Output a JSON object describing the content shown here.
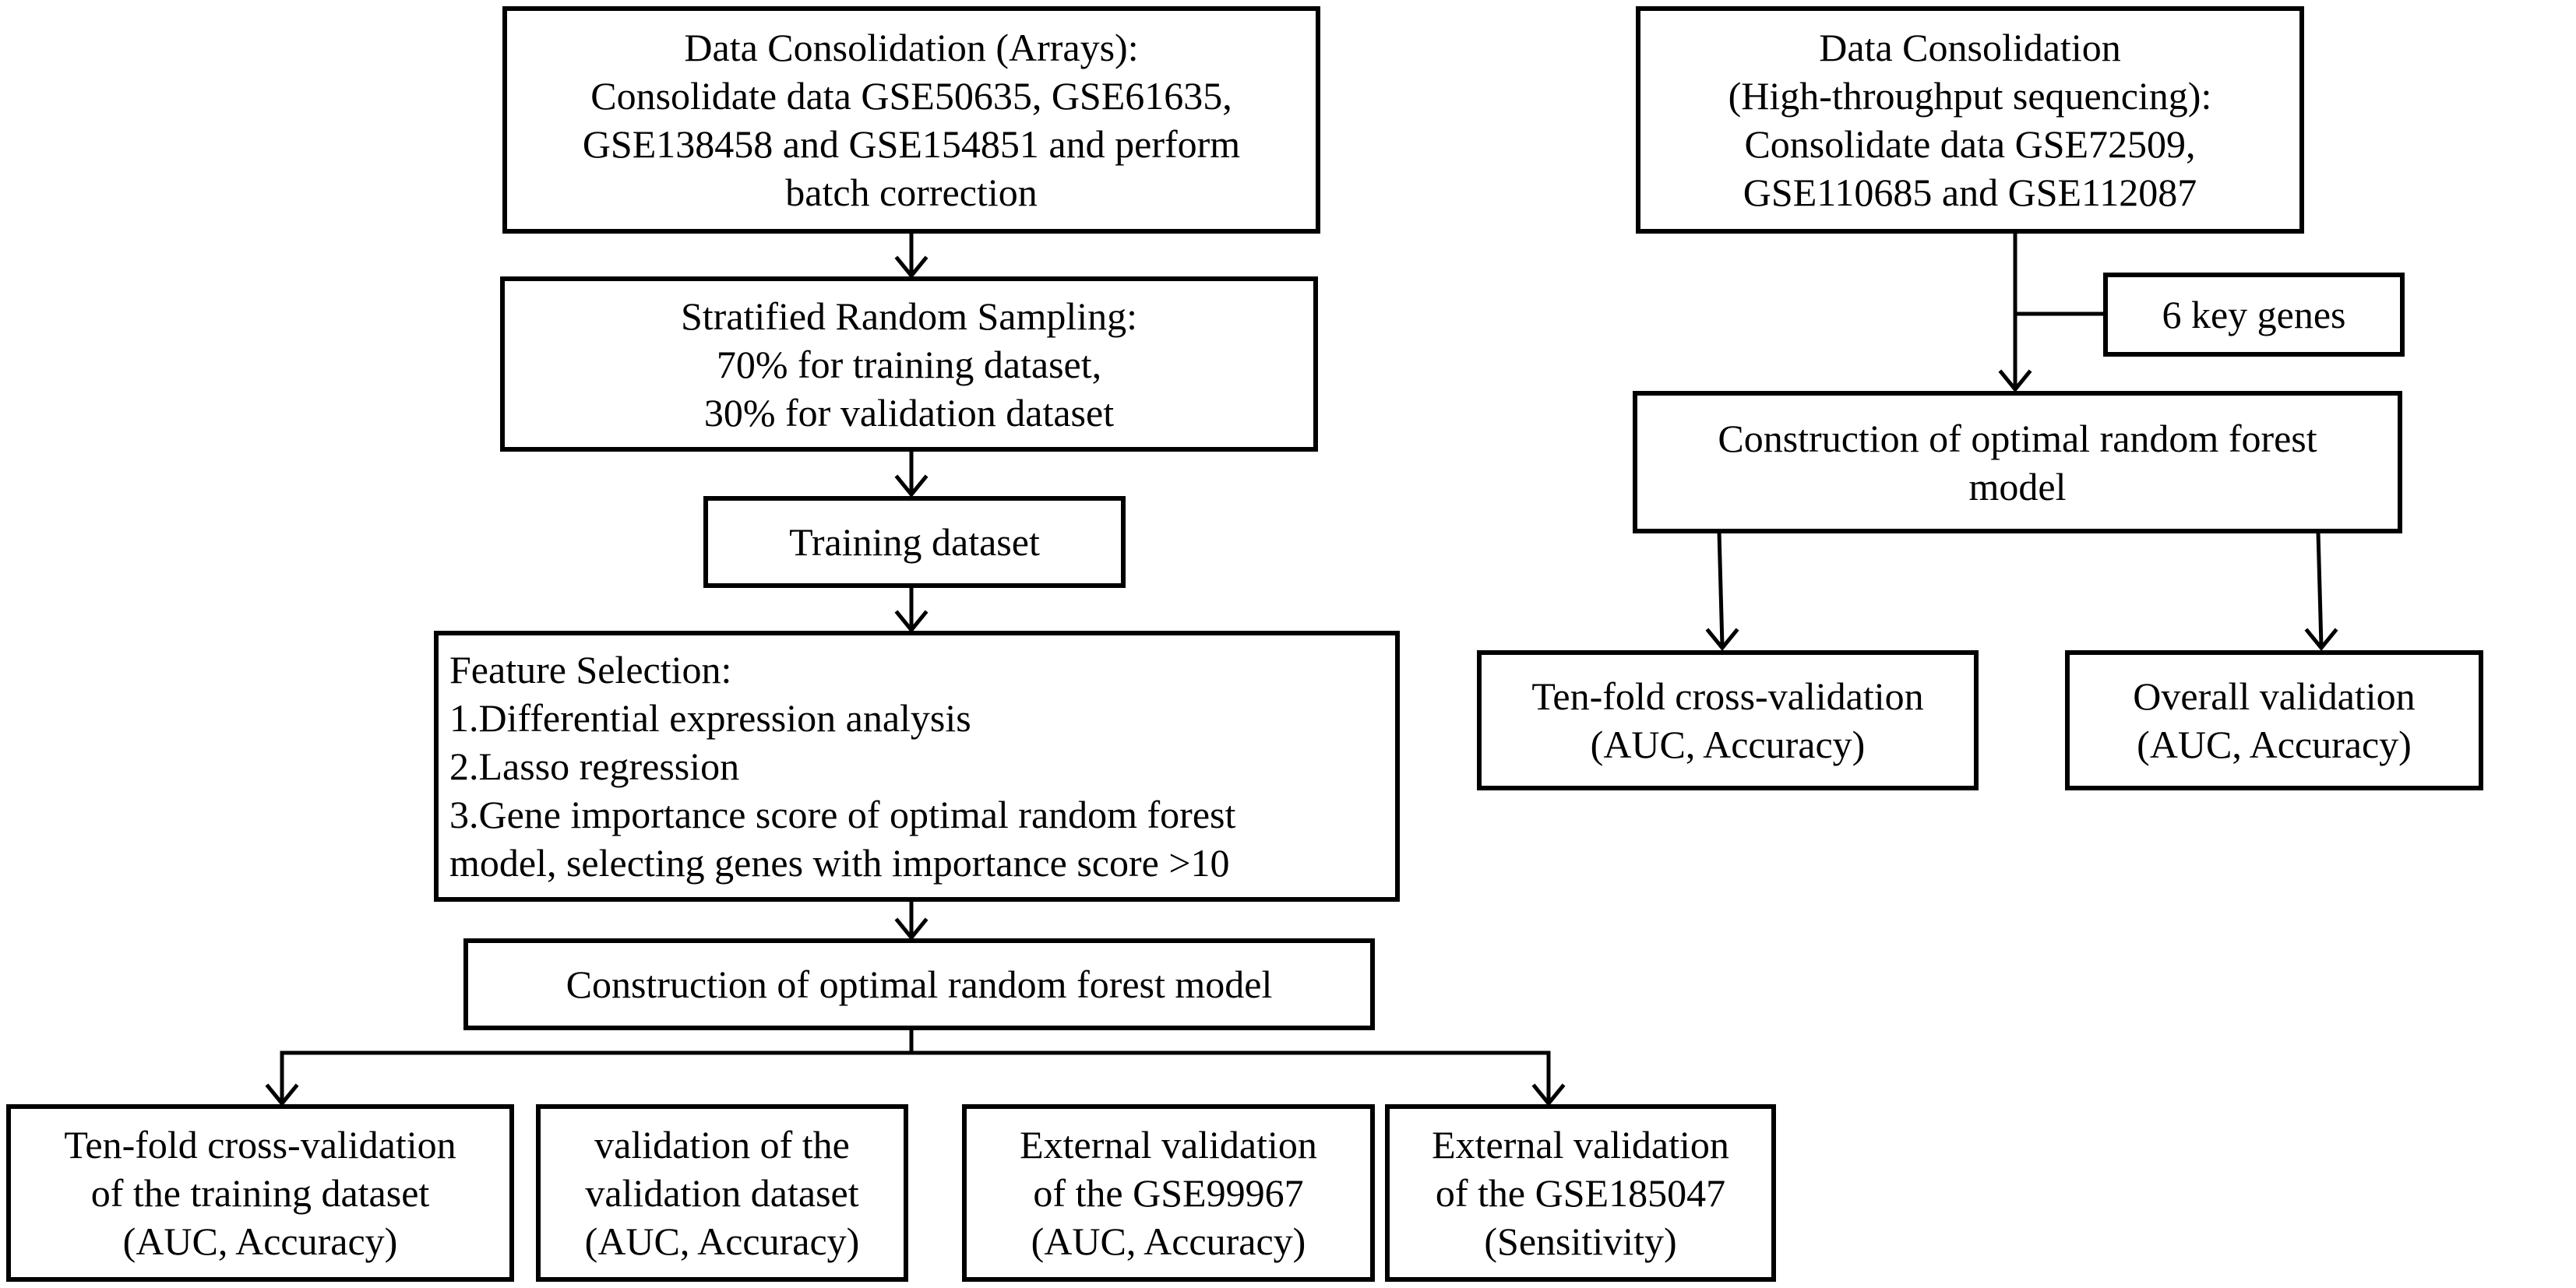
{
  "flowchart": {
    "left_branch": {
      "consolidation_arrays": {
        "lines": [
          "Data Consolidation (Arrays):",
          "Consolidate data GSE50635, GSE61635,",
          "GSE138458 and GSE154851 and perform",
          "batch correction"
        ]
      },
      "stratified_sampling": {
        "lines": [
          "Stratified Random Sampling:",
          "70% for training dataset,",
          "30% for validation dataset"
        ]
      },
      "training_dataset": {
        "lines": [
          "Training dataset"
        ]
      },
      "feature_selection": {
        "lines": [
          "Feature Selection:",
          "1.Differential expression analysis",
          "2.Lasso regression",
          "3.Gene importance score of optimal random forest",
          "model, selecting genes with importance score >10"
        ]
      },
      "construction_model": {
        "lines": [
          "Construction of optimal random forest model"
        ]
      },
      "validations": [
        {
          "lines": [
            "Ten-fold cross-validation",
            "of the training dataset",
            "(AUC, Accuracy)"
          ]
        },
        {
          "lines": [
            "validation of the",
            "validation dataset",
            "(AUC, Accuracy)"
          ]
        },
        {
          "lines": [
            "External validation",
            "of the GSE99967",
            "(AUC, Accuracy)"
          ]
        },
        {
          "lines": [
            "External validation",
            "of the GSE185047",
            "(Sensitivity)"
          ]
        }
      ]
    },
    "right_branch": {
      "consolidation_sequencing": {
        "lines": [
          "Data Consolidation",
          "(High-throughput sequencing):",
          "Consolidate data GSE72509,",
          "GSE110685 and GSE112087"
        ]
      },
      "key_genes": {
        "lines": [
          "6 key genes"
        ]
      },
      "construction_model": {
        "lines": [
          "Construction of optimal random forest",
          "model"
        ]
      },
      "validations": [
        {
          "lines": [
            "Ten-fold cross-validation",
            "(AUC, Accuracy)"
          ]
        },
        {
          "lines": [
            "Overall validation",
            "(AUC, Accuracy)"
          ]
        }
      ]
    }
  }
}
